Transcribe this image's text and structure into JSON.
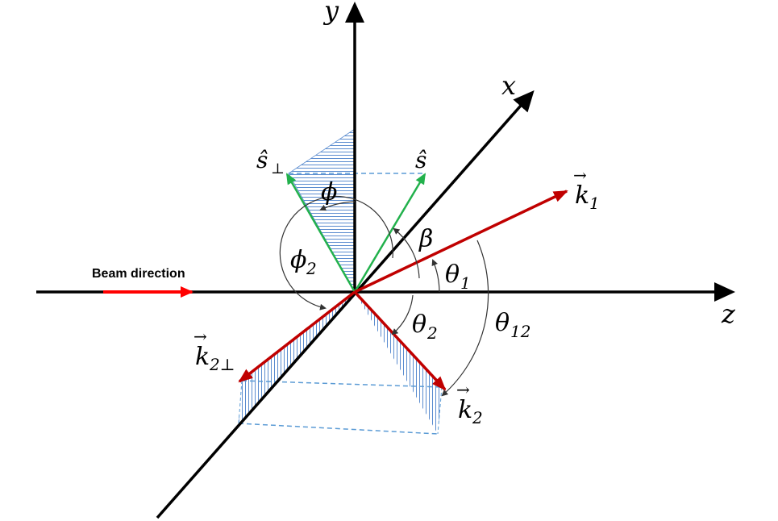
{
  "labels": {
    "beam": "Beam direction",
    "y_axis": "y",
    "x_axis": "x",
    "z_axis": "z",
    "s_hat": "ŝ",
    "s_perp": "ŝ",
    "perp_sym": "⊥",
    "k1": "k",
    "k1_sub": "1",
    "k2": "k",
    "k2_sub": "2",
    "k2perp": "k",
    "k2perp_sub": "2⊥",
    "phi": "ϕ",
    "phi2": "ϕ",
    "phi2_sub": "2",
    "beta": "β",
    "theta1": "θ",
    "theta1_sub": "1",
    "theta2": "θ",
    "theta2_sub": "2",
    "theta12": "θ",
    "theta12_sub": "12",
    "arrow_glyph": "→"
  },
  "colors": {
    "axis": "#000000",
    "beam": "#ff0000",
    "momentum": "#c00000",
    "spin": "#22b14c",
    "hatch": "#5b8ccf",
    "dashed": "#5b9bd5",
    "arc": "#333333"
  }
}
